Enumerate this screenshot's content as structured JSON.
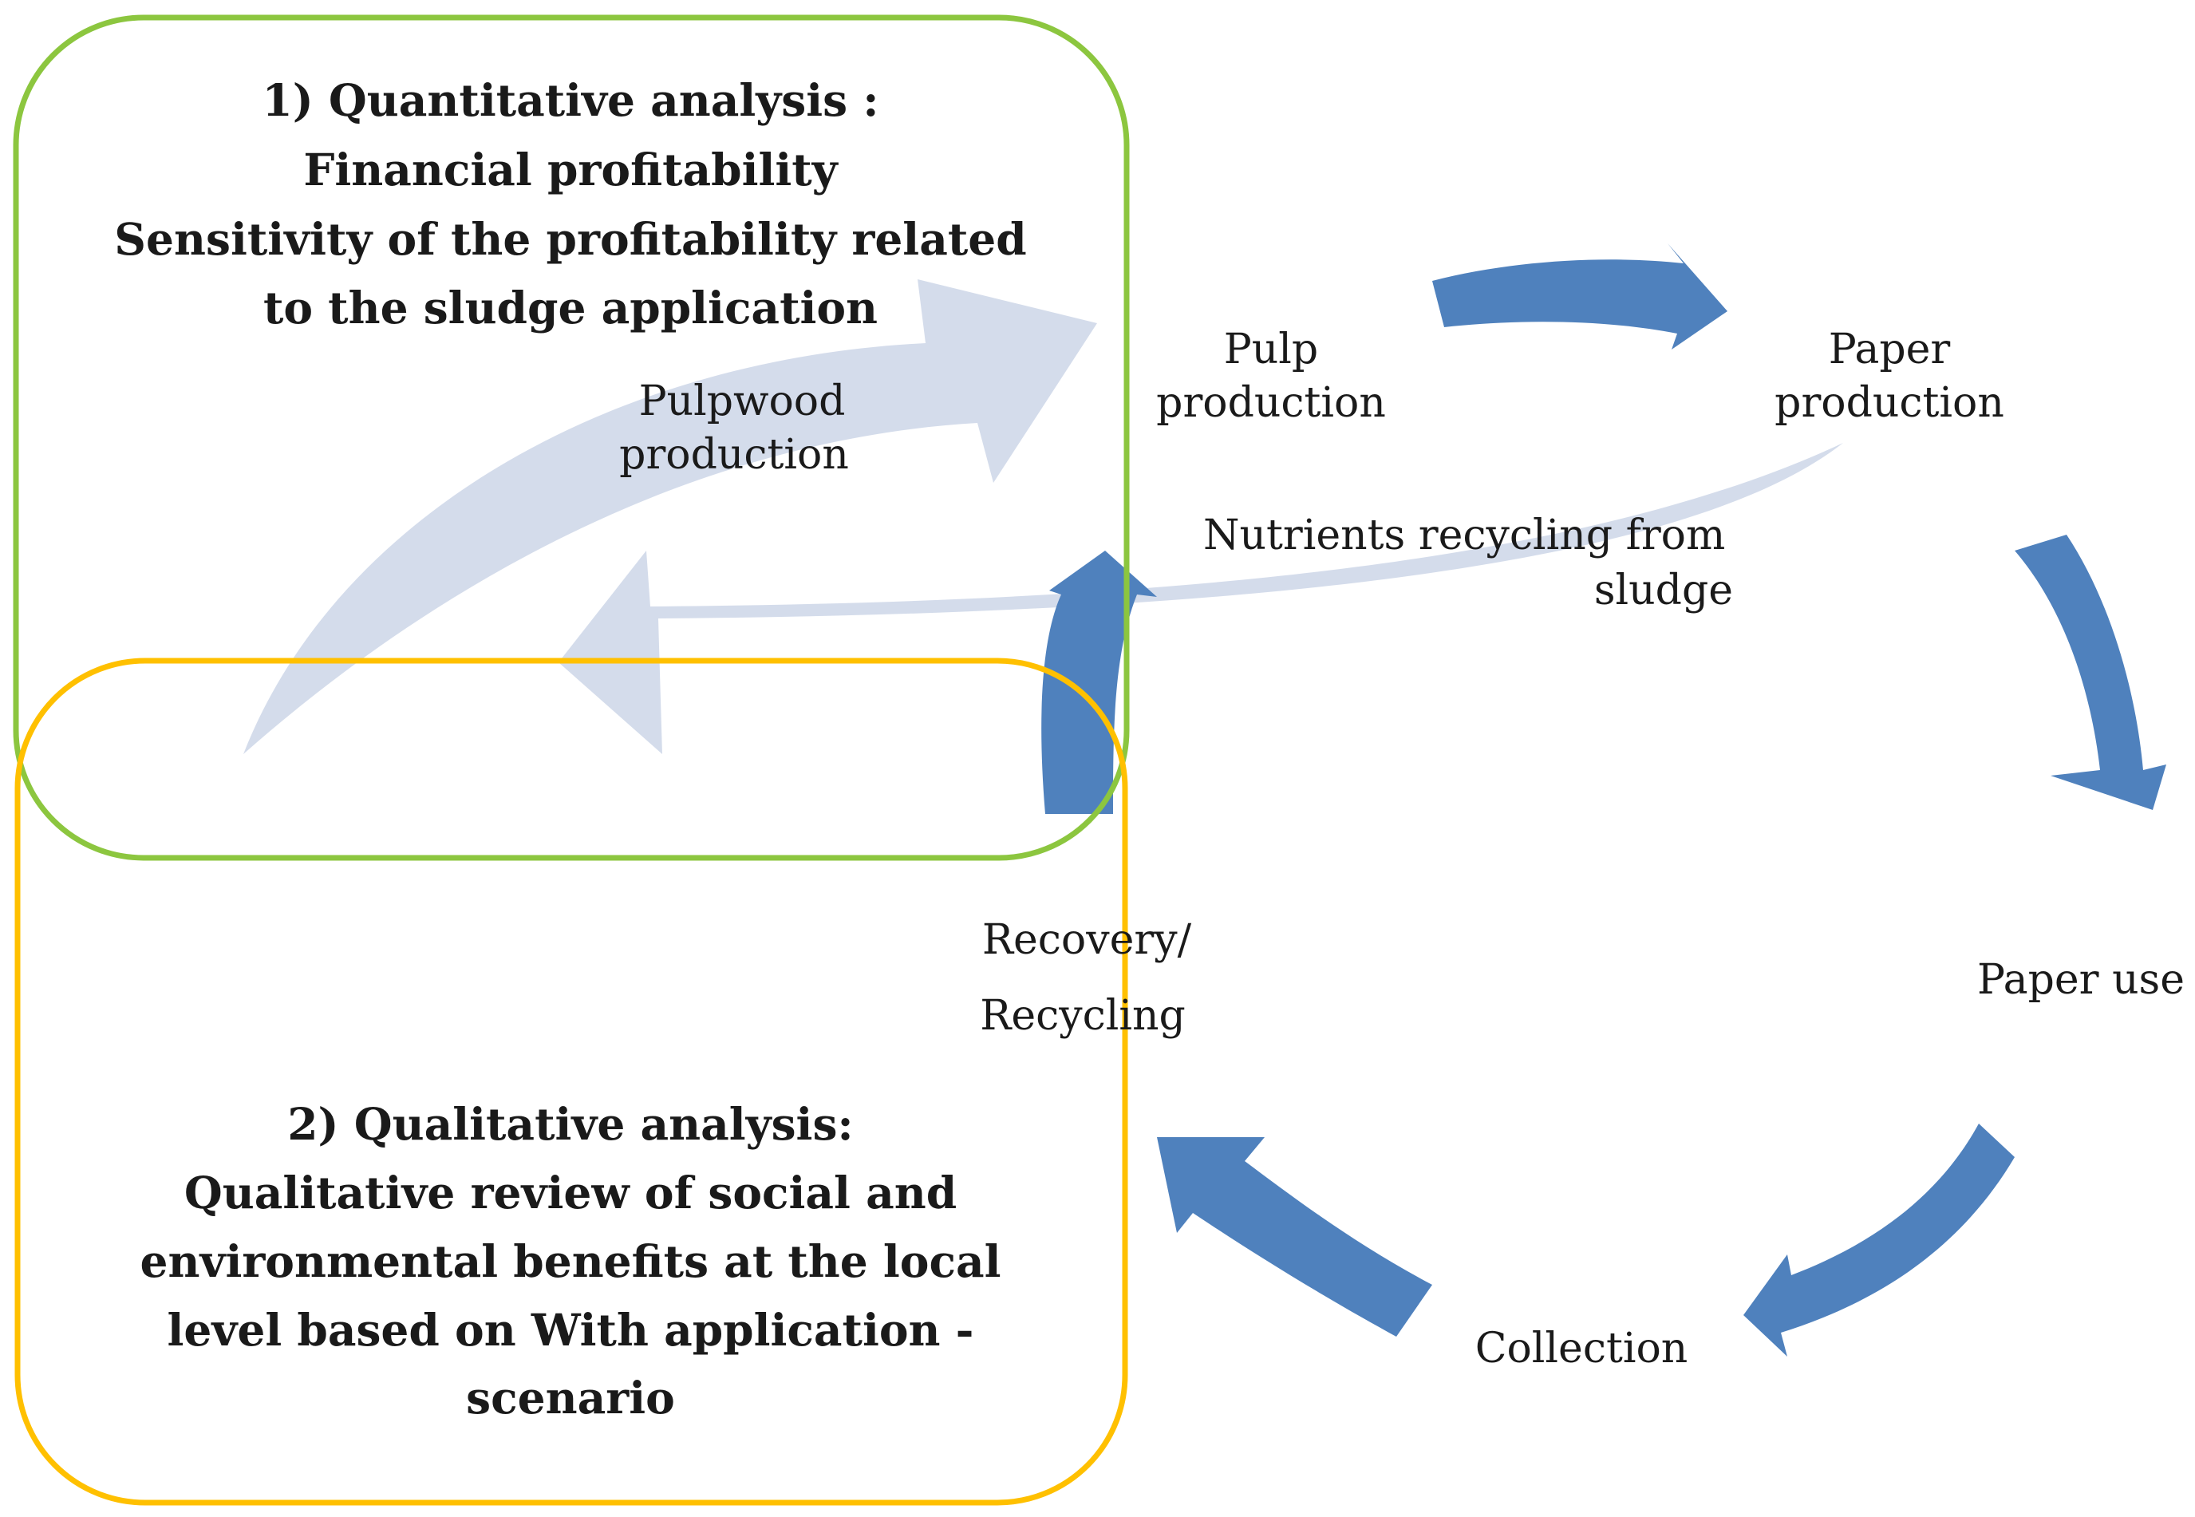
{
  "colors": {
    "quantitative_box": "#8cc63f",
    "qualitative_box": "#ffc000",
    "cycle_arrow": "#4f81bd",
    "light_arrow": "#cdd6e8",
    "text": "#1a1a1a"
  },
  "quantitative_box": {
    "lines": [
      "1) Quantitative analysis :",
      "Financial profitability",
      "Sensitivity of the profitability related",
      "to the sludge application"
    ]
  },
  "qualitative_box": {
    "lines": [
      "2) Qualitative analysis:",
      "Qualitative review of social and",
      "environmental benefits at the local",
      "level based on With application -",
      "scenario"
    ]
  },
  "stages": {
    "pulpwood": [
      "Pulpwood",
      "production"
    ],
    "pulp": [
      "Pulp",
      "production"
    ],
    "paper": [
      "Paper",
      "production"
    ],
    "paper_use": [
      "Paper use"
    ],
    "collection": [
      "Collection"
    ],
    "recovery": [
      "Recovery/",
      "Recycling"
    ],
    "nutrients": [
      "Nutrients recycling from",
      "sludge"
    ]
  }
}
